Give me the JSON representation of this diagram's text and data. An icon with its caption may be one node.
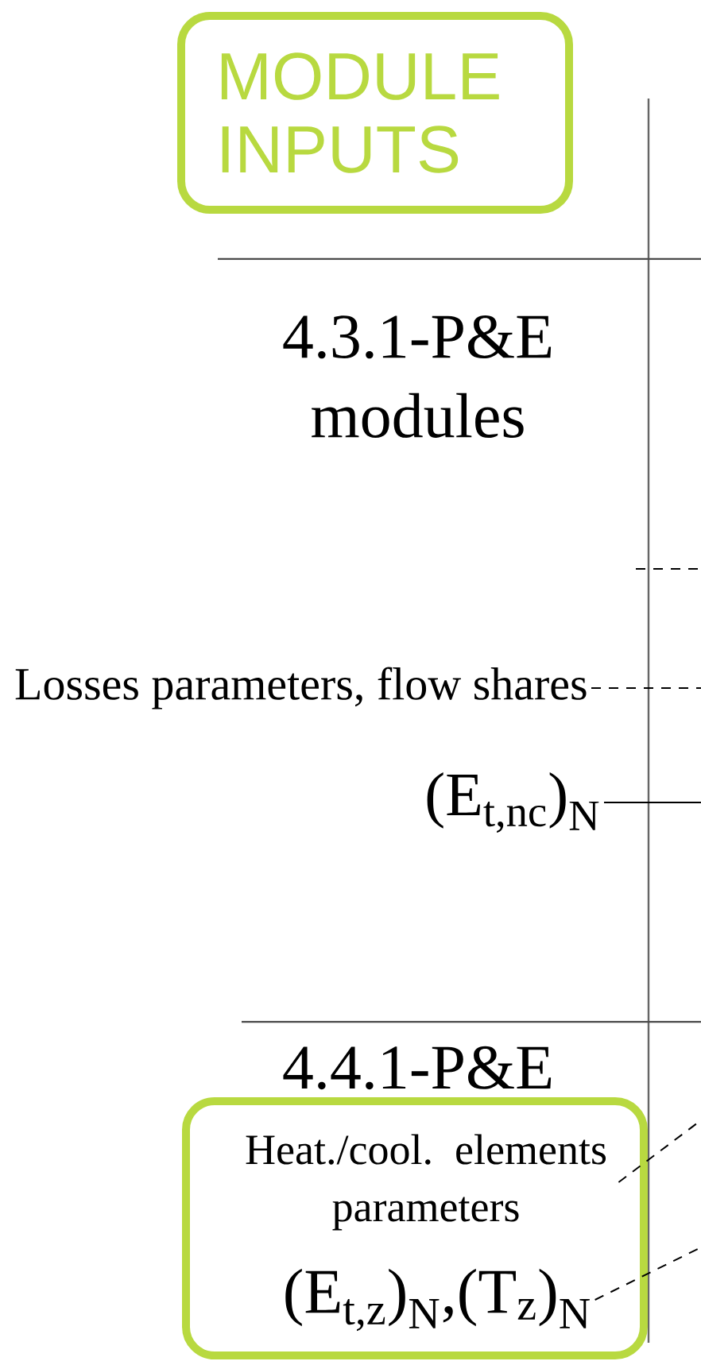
{
  "diagram": {
    "nodes": [
      {
        "text": [
          "MODULE INPUTS"
        ]
      },
      {
        "text": [
          "Losses parameters, flow shares"
        ]
      },
      {
        "text": [
          "(E$_{t,nc}$)$_{N}$"
        ]
      },
      {
        "text": [],
        "shape": "box"
      },
      {
        "text": [
          "Heat./cool. elements parameters"
        ],
        "in": 3
      },
      {
        "text": [
          "(E$_{t,z}$)$_{N}$,(T$_{z}$)$_{N}$"
        ],
        "in": 3
      }
    ],
    "edges": [
      {
        "from": 1,
        "to": null,
        "arrow": "none",
        "style": "dashed"
      },
      {
        "from": 2,
        "to": null,
        "arrow": "none"
      },
      {
        "from": 4,
        "to": null,
        "arrow": "none",
        "style": "dashed"
      },
      {
        "from": 5,
        "to": null,
        "arrow": "none",
        "style": "dashed"
      }
    ],
    "labels": [
      "4.3.1-P&E modules",
      "4.4.1-P&E"
    ]
  }
}
